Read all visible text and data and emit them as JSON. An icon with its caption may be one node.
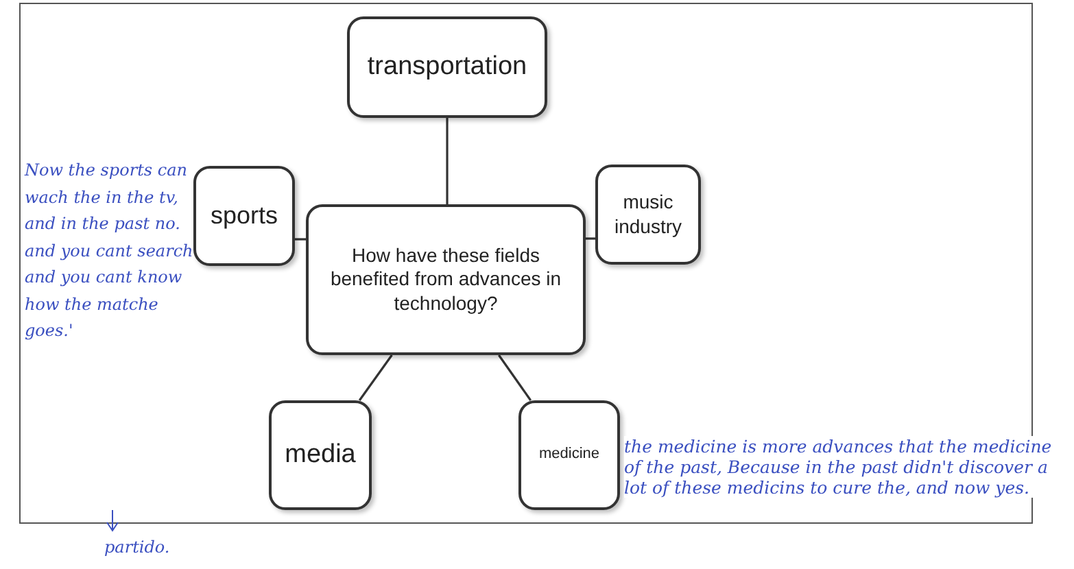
{
  "diagram": {
    "nodes": [
      {
        "text": [
          "transportation"
        ]
      },
      {
        "text": [
          "sports"
        ]
      },
      {
        "text": [
          "How have these fields benefited from advances in technology?"
        ]
      },
      {
        "text": [
          "music industry"
        ]
      },
      {
        "text": [
          "media"
        ]
      },
      {
        "text": [
          "medicine"
        ]
      }
    ],
    "edges": [
      {
        "from": 2,
        "to": 0,
        "arrow": "none"
      },
      {
        "from": 2,
        "to": 1,
        "arrow": "none"
      },
      {
        "from": 2,
        "to": 3,
        "arrow": "none"
      },
      {
        "from": 2,
        "to": 4,
        "arrow": "none"
      },
      {
        "from": 2,
        "to": 5,
        "arrow": "none"
      }
    ],
    "labels": [
      "Now the sports can wach the in the tv, and in the past no. and you cant search and you cant know how the matche goes.'",
      "partido.",
      "the medicine is more advances that the medicine of the past, Because in the past didn't discover a lot of these medicins to cure the, and now yes."
    ]
  }
}
